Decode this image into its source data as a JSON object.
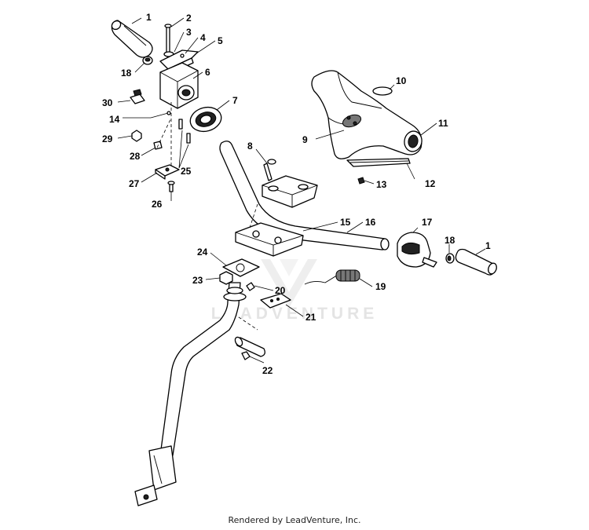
{
  "labels": {
    "l1a": "1",
    "l2": "2",
    "l3": "3",
    "l4": "4",
    "l5": "5",
    "l6": "6",
    "l7": "7",
    "l8": "8",
    "l9": "9",
    "l10": "10",
    "l11": "11",
    "l12": "12",
    "l13": "13",
    "l14": "14",
    "l15": "15",
    "l16": "16",
    "l17": "17",
    "l18a": "18",
    "l18b": "18",
    "l19": "19",
    "l20": "20",
    "l21": "21",
    "l22": "22",
    "l23": "23",
    "l24": "24",
    "l25": "25",
    "l26": "26",
    "l27": "27",
    "l28": "28",
    "l29": "29",
    "l30": "30",
    "l1b": "1"
  },
  "watermark": "LEADVENTURE",
  "footer": "Rendered by LeadVenture, Inc."
}
